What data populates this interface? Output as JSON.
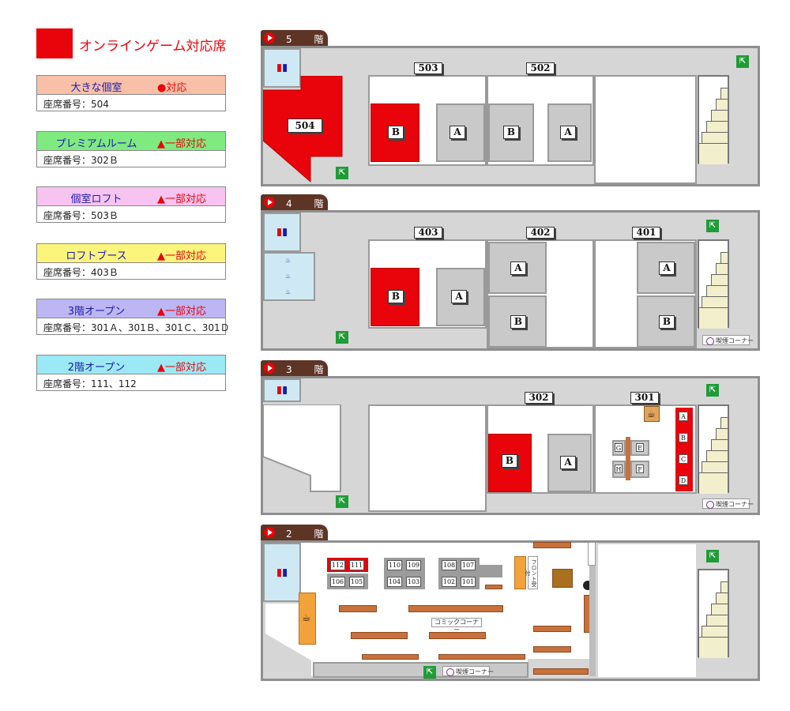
{
  "legend": {
    "title": "オンラインゲーム対応席",
    "items": [
      {
        "name": "大きな個室",
        "status": "●対応",
        "seats": "座席番号：504",
        "color": "#f9c0a8"
      },
      {
        "name": "プレミアムルーム",
        "status": "▲一部対応",
        "seats": "座席番号：302Ｂ",
        "color": "#7fea7f"
      },
      {
        "name": "個室ロフト",
        "status": "▲一部対応",
        "seats": "座席番号：503Ｂ",
        "color": "#f7c4f2"
      },
      {
        "name": "ロフトブース",
        "status": "▲一部対応",
        "seats": "座席番号：403Ｂ",
        "color": "#fbf57b"
      },
      {
        "name": "3階オープン",
        "status": "▲一部対応",
        "seats": "座席番号：301Ａ、301Ｂ、301Ｃ、301Ｄ",
        "color": "#bcb6f3"
      },
      {
        "name": "2階オープン",
        "status": "▲一部対応",
        "seats": "座席番号：111、112",
        "color": "#9be9f4"
      }
    ]
  },
  "floors": {
    "f5": {
      "tag": "5 階",
      "rooms": [
        "503",
        "502",
        "504"
      ],
      "seats": [
        "B",
        "A",
        "B",
        "A"
      ]
    },
    "f4": {
      "tag": "4 階",
      "rooms": [
        "403",
        "402",
        "401"
      ],
      "seats": [
        "B",
        "A",
        "A",
        "B",
        "A",
        "B"
      ],
      "smoking": "喫煙コーナー"
    },
    "f3": {
      "tag": "3 階",
      "rooms": [
        "302",
        "301"
      ],
      "seats": [
        "B",
        "A"
      ],
      "open_seats": [
        "A",
        "B",
        "C",
        "D"
      ],
      "booths": [
        "G",
        "E",
        "H",
        "F"
      ],
      "smoking": "喫煙コーナー"
    },
    "f2": {
      "tag": "2 階",
      "seats_top": [
        "112",
        "111",
        "110",
        "109",
        "108",
        "107"
      ],
      "seats_bottom": [
        "106",
        "105",
        "104",
        "103",
        "102",
        "101"
      ],
      "counter": "フロント受付",
      "comic": "コミックコーナー",
      "smoking": "喫煙コーナー"
    }
  },
  "icons": {
    "restroom": "restroom-icon",
    "exit": "exit-icon",
    "drink": "drink-icon",
    "elevator": "elevator-icon"
  },
  "colors": {
    "online": "#e8040a",
    "floor_tag": "#5e3425",
    "exit": "#1f9c36"
  }
}
